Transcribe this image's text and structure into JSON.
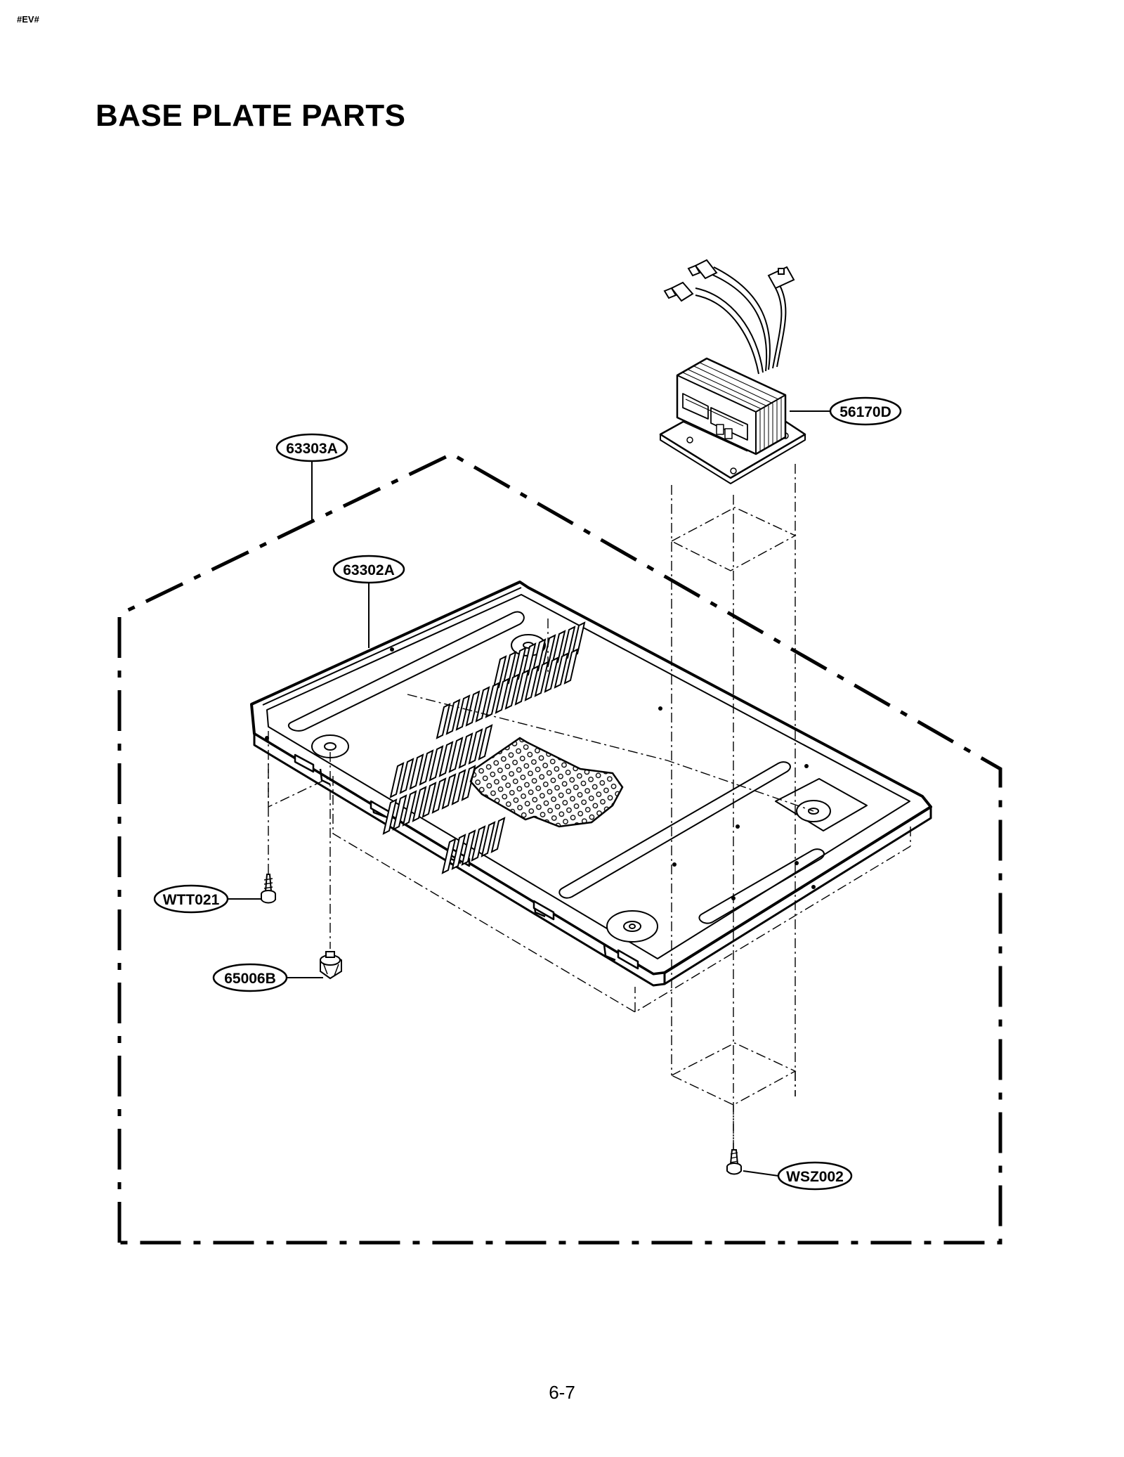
{
  "header": {
    "tag": "#EV#",
    "title": "BASE PLATE PARTS"
  },
  "callouts": {
    "part_63303A": "63303A",
    "part_63302A": "63302A",
    "part_56170D": "56170D",
    "part_WTT021": "WTT021",
    "part_65006B": "65006B",
    "part_WSZ002": "WSZ002"
  },
  "footer": {
    "page_number": "6-7"
  }
}
